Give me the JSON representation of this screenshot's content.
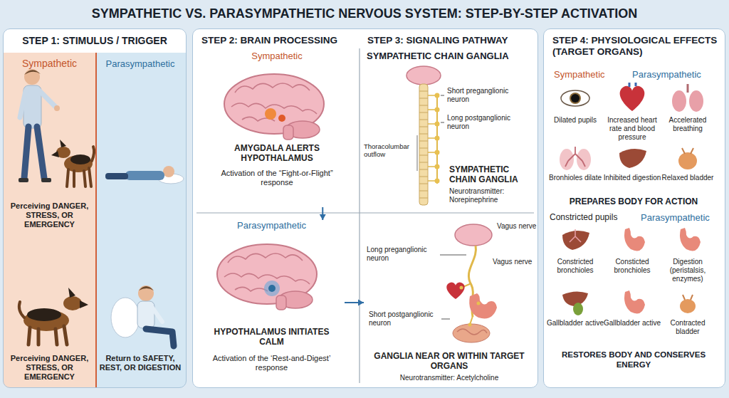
{
  "diagram": {
    "title": "SYMPATHETIC VS. PARASYMPATHETIC NERVOUS SYSTEM: STEP-BY-STEP ACTIVATION",
    "nodes": [
      {
        "text": [
          "STEP 1: STIMULUS / TRIGGER"
        ]
      },
      {
        "text": [
          "Sympathetic",
          "Perceiving DANGER, STRESS, OR EMERGENCY",
          "Perceiving DANGER, STRESS, OR EMERGENCY"
        ],
        "in": 0
      },
      {
        "text": [
          "Parasympathetic",
          "Return to SAFETY, REST, OR DIGESTION"
        ],
        "in": 0
      },
      {
        "text": [
          "STEP 2: BRAIN PROCESSING",
          "STEP 3: SIGNALING PATHWAY"
        ]
      },
      {
        "text": [
          "Sympathetic",
          "AMYGDALA ALERTS HYPOTHALAMUS",
          "Activation of the “Fight-or-Flight” response"
        ],
        "in": 3
      },
      {
        "text": [
          "Parasympathetic",
          "HYPOTHALAMUS INITIATES CALM",
          "Activation of the ‘Rest-and-Digest’ response"
        ],
        "in": 3
      },
      {
        "text": [
          "SYMPATHETIC CHAIN GANGLIA",
          "SYMPATHETIC CHAIN GANGLIA",
          "Neurotransmitter: Norepinephrine"
        ],
        "in": 3
      },
      {
        "text": [
          "GANGLIA NEAR OR WITHIN TARGET ORGANS",
          "Neurotransmitter: Acetylcholine"
        ],
        "in": 3
      },
      {
        "text": [
          "STEP 4: PHYSIOLOGICAL EFFECTS (TARGET ORGANS)",
          "Sympathetic",
          "Parasympathetic"
        ]
      }
    ],
    "edges": [
      {
        "from": 4,
        "to": 5,
        "arrow": "to"
      },
      {
        "from": 5,
        "to": 7,
        "arrow": "to"
      }
    ],
    "labels": [
      "Short preganglionic neuron",
      "Long postganglionic neuron",
      "Thoracolumbar outflow",
      "Vagus nerve",
      "Long preganglionic neuron",
      "Vagus nerve",
      "Short postganglionic neuron",
      "Dilated pupils",
      "Increased heart rate and blood pressure",
      "Accelerated breathing",
      "Bronhioles dilate",
      "Inhibited digestion",
      "Relaxed bladder",
      "PREPARES BODY FOR ACTION",
      "Constricted pupils",
      "Parasympathetic",
      "Constricted bronchioles",
      "Consticted bronchioles",
      "Digestion (peristalsis, enzymes)",
      "Gallbladder active",
      "Gallbladder active",
      "Contracted bladder",
      "RESTORES BODY AND CONSERVES ENERGY"
    ]
  }
}
